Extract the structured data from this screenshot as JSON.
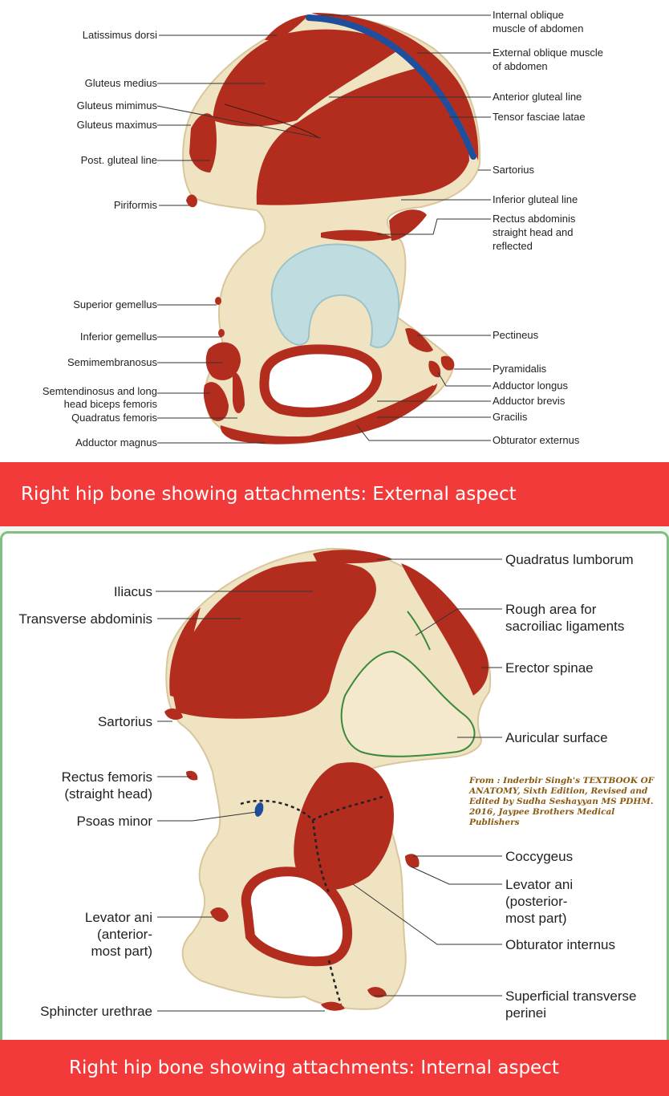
{
  "external": {
    "labels_left": [
      {
        "text": "Latissimus dorsi"
      },
      {
        "text": "Gluteus medius"
      },
      {
        "text": "Gluteus mimimus"
      },
      {
        "text": "Gluteus maximus"
      },
      {
        "text": "Post. gluteal line"
      },
      {
        "text": "Piriformis"
      },
      {
        "text": "Superior gemellus"
      },
      {
        "text": "Inferior gemellus"
      },
      {
        "text": "Semimembranosus"
      },
      {
        "text": "Semtendinosus and long"
      },
      {
        "text": "head biceps femoris"
      },
      {
        "text": "Quadratus femoris"
      },
      {
        "text": "Adductor magnus"
      }
    ],
    "labels_right": [
      {
        "text": "Internal oblique"
      },
      {
        "text": "muscle of abdomen"
      },
      {
        "text": "External oblique muscle"
      },
      {
        "text": "of abdomen"
      },
      {
        "text": "Anterior gluteal line"
      },
      {
        "text": "Tensor fasciae latae"
      },
      {
        "text": "Sartorius"
      },
      {
        "text": "Inferior gluteal line"
      },
      {
        "text": "Rectus abdominis"
      },
      {
        "text": "straight head and"
      },
      {
        "text": "reflected"
      },
      {
        "text": "Pectineus"
      },
      {
        "text": "Pyramidalis"
      },
      {
        "text": "Adductor longus"
      },
      {
        "text": "Adductor brevis"
      },
      {
        "text": "Gracilis"
      },
      {
        "text": "Obturator externus"
      }
    ],
    "caption": "Right hip bone showing attachments: External aspect"
  },
  "internal": {
    "labels_left": [
      {
        "text": "Iliacus"
      },
      {
        "text": "Transverse abdominis"
      },
      {
        "text": "Sartorius"
      },
      {
        "text": "Rectus femoris"
      },
      {
        "text": "(straight head)"
      },
      {
        "text": "Psoas minor"
      },
      {
        "text": "Levator ani"
      },
      {
        "text": "(anterior-"
      },
      {
        "text": "most part)"
      },
      {
        "text": "Sphincter urethrae"
      }
    ],
    "labels_right": [
      {
        "text": "Quadratus lumborum"
      },
      {
        "text": "Rough area for"
      },
      {
        "text": "sacroiliac ligaments"
      },
      {
        "text": "Erector spinae"
      },
      {
        "text": "Auricular surface"
      },
      {
        "text": "Coccygeus"
      },
      {
        "text": "Levator ani"
      },
      {
        "text": "(posterior-"
      },
      {
        "text": "most part)"
      },
      {
        "text": "Obturator internus"
      },
      {
        "text": "Superficial transverse"
      },
      {
        "text": "perinei"
      }
    ],
    "credit": "From : Inderbir Singh's TEXTBOOK OF ANATOMY, Sixth Edition, Revised and Edited by Sudha Seshayyan MS PDHM. 2016, Jaypee Brothers Medical Publishers",
    "caption": "Right hip bone showing attachments: Internal aspect"
  },
  "colors": {
    "muscle": "#b32d1f",
    "bone": "#efe3c2",
    "cartilage": "#bfdde0",
    "banner": "#f23a3a",
    "internal_oblique": "#1f4f9c"
  }
}
